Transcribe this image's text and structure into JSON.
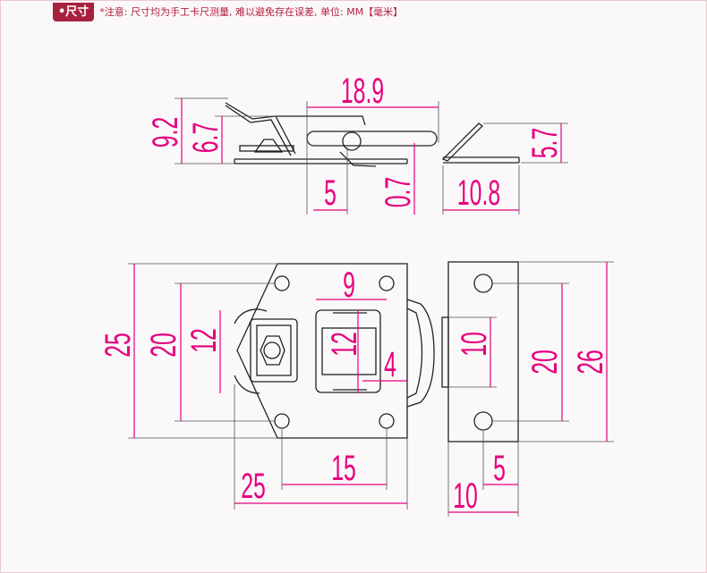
{
  "header": {
    "tag": "•尺寸",
    "note": "*注意: 尺寸均为手工卡尺测量, 难以避免存在误差, 单位: MM【毫米】"
  },
  "colors": {
    "dimension": "#e6007e",
    "tag": "#a8203f"
  },
  "side_view": {
    "length": "18.9",
    "height_total": "9.2",
    "height_inner": "6.7",
    "offset": "5",
    "thickness": "0.7"
  },
  "catch_side": {
    "length": "10.8",
    "height": "5.7"
  },
  "front_view": {
    "hole_gap_top": "9",
    "overall_height": "25",
    "hole_spacing_v": "20",
    "cam_height": "12",
    "slot_height": "12",
    "slot_width": "4",
    "hole_spacing_h": "15",
    "overall_width": "25"
  },
  "catch_front": {
    "width": "10",
    "hole_offset": "5",
    "slot_height": "10",
    "hole_spacing_v": "20",
    "height": "26"
  }
}
